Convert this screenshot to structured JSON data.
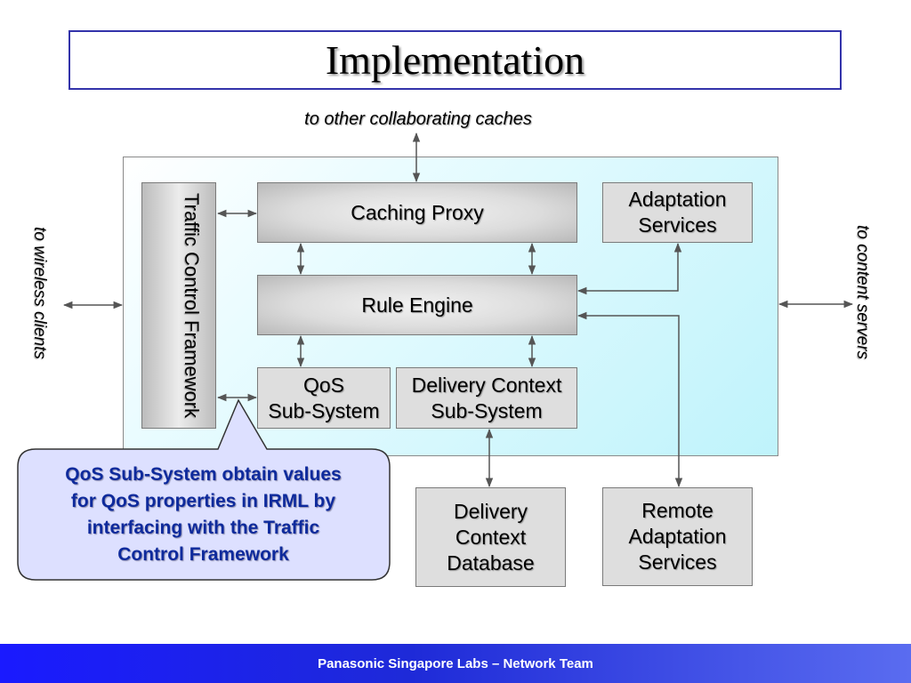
{
  "title": "Implementation",
  "labels": {
    "top": "to other collaborating caches",
    "left": "to wireless clients",
    "right": "to content servers"
  },
  "boxes": {
    "traffic_control": "Traffic Control Framework",
    "caching_proxy": "Caching Proxy",
    "adaptation_services_line1": "Adaptation",
    "adaptation_services_line2": "Services",
    "rule_engine": "Rule Engine",
    "qos_line1": "QoS",
    "qos_line2": "Sub-System",
    "delivery_context_line1": "Delivery Context",
    "delivery_context_line2": "Sub-System",
    "delivery_db_line1": "Delivery",
    "delivery_db_line2": "Context",
    "delivery_db_line3": "Database",
    "remote_line1": "Remote",
    "remote_line2": "Adaptation",
    "remote_line3": "Services"
  },
  "callout": {
    "line1": "QoS Sub-System obtain values",
    "line2": "for QoS properties in IRML by",
    "line3": "interfacing with the Traffic",
    "line4": "Control Framework"
  },
  "footer": "Panasonic Singapore Labs – Network Team",
  "colors": {
    "title_border": "#3333aa",
    "callout_text": "#0e2a9c",
    "callout_fill": "#dde0ff",
    "footer_bg": "#1a1aff",
    "frame_fill": "#bff3fb",
    "arrow": "#555555"
  }
}
